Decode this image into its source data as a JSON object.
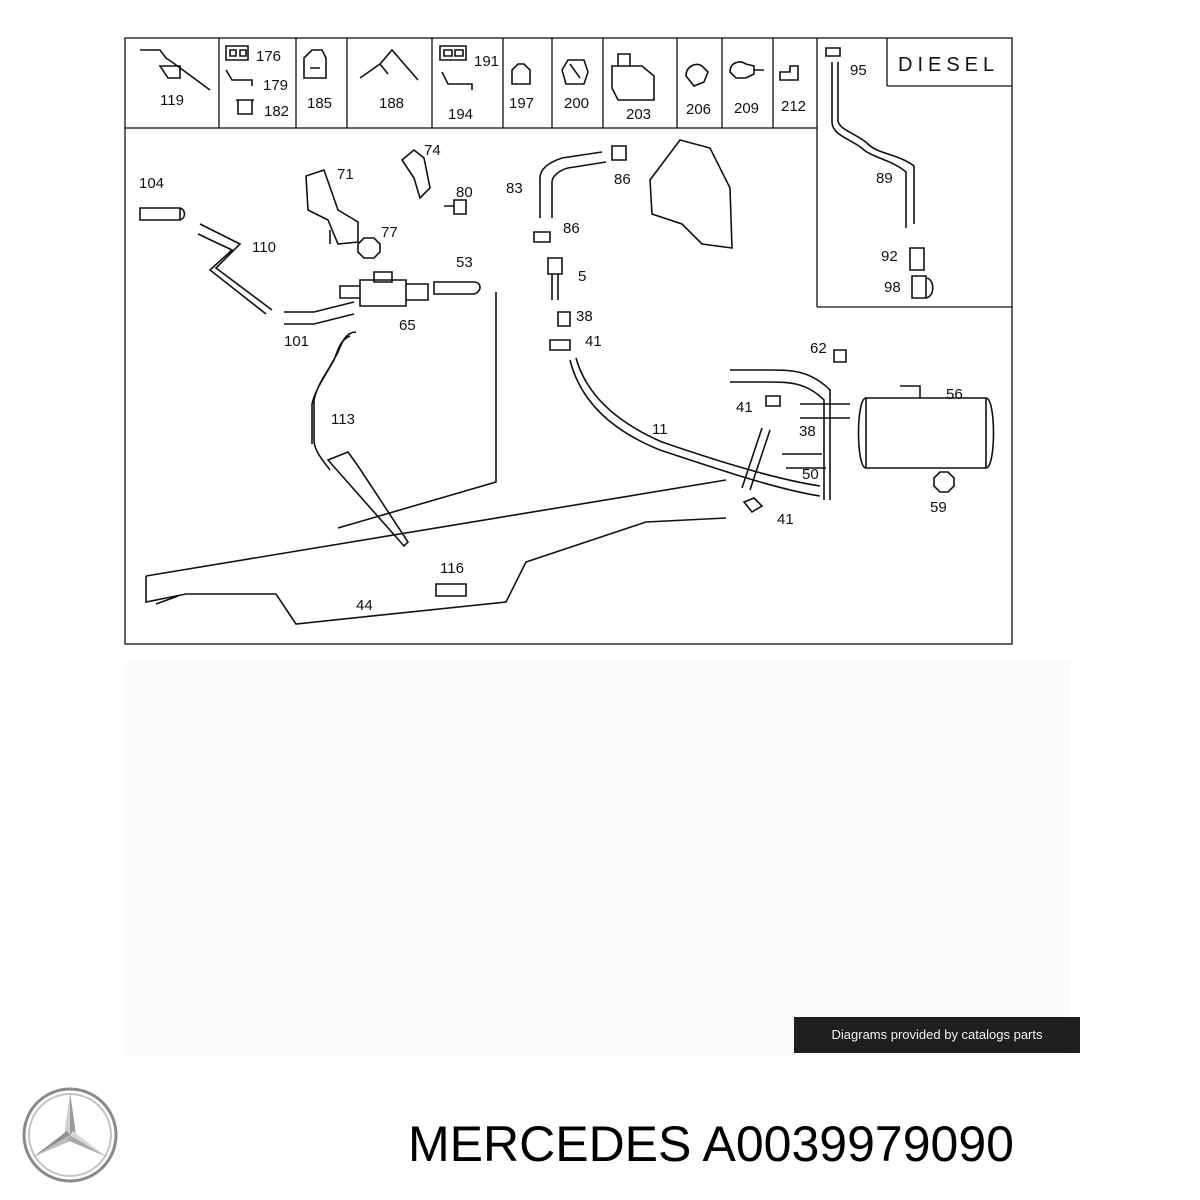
{
  "diagram": {
    "header_labels": [
      "119",
      "176",
      "179",
      "182",
      "185",
      "188",
      "191",
      "194",
      "197",
      "200",
      "203",
      "206",
      "209",
      "212"
    ],
    "fuel_type": "DIESEL",
    "diesel_labels": [
      "95",
      "89",
      "92",
      "98"
    ],
    "callouts": [
      "104",
      "110",
      "101",
      "71",
      "74",
      "80",
      "77",
      "65",
      "53",
      "113",
      "83",
      "86",
      "86",
      "5",
      "38",
      "41",
      "62",
      "41",
      "56",
      "38",
      "50",
      "11",
      "41",
      "59",
      "116",
      "44"
    ]
  },
  "provider_note": "Diagrams provided by catalogs parts",
  "brand": {
    "name": "MERCEDES",
    "part_number": "A0039979090"
  }
}
